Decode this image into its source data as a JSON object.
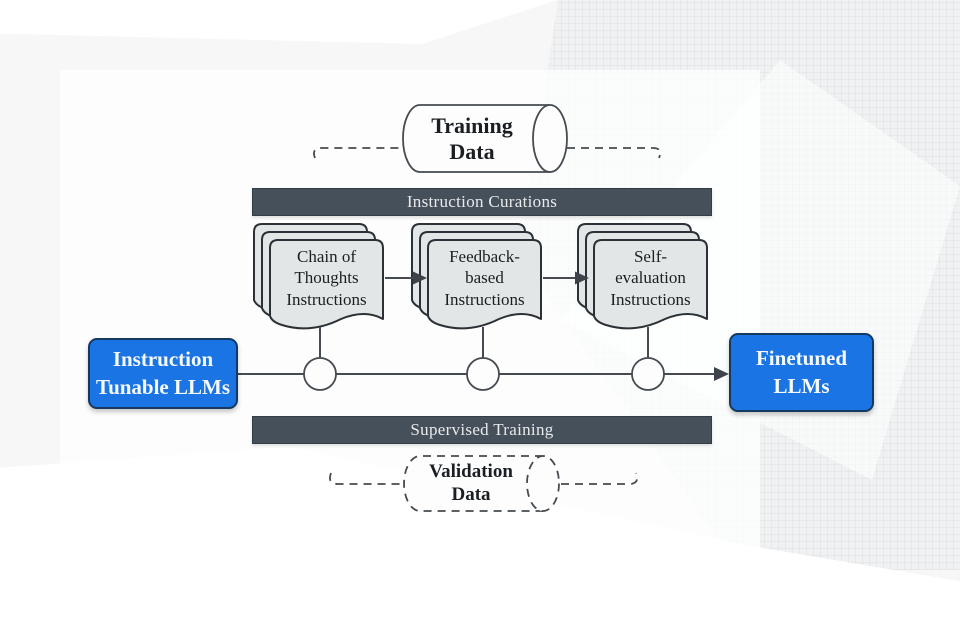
{
  "diagram": {
    "title_hint": "LLM instruction finetuning pipeline",
    "training_data": {
      "label": "Training Data"
    },
    "curation_bar": {
      "label": "Instruction Curations"
    },
    "stacks": [
      {
        "label": "Chain of\nThoughts\nInstructions"
      },
      {
        "label": "Feedback-\nbased\nInstructions"
      },
      {
        "label": "Self-\nevaluation\nInstructions"
      }
    ],
    "left_box": {
      "label": "Instruction\nTunable LLMs"
    },
    "right_box": {
      "label": "Finetuned\nLLMs"
    },
    "training_bar": {
      "label": "Supervised Training"
    },
    "validation_data": {
      "label": "Validation\nData"
    }
  },
  "colors": {
    "accent_blue": "#1a74e4",
    "blue_border": "#16395f",
    "bar_dark": "#46505a",
    "page_fill": "#e3e6e7",
    "line_ink": "#454b51",
    "text_ink": "#1b1f23",
    "background": "#f7f7f7"
  }
}
